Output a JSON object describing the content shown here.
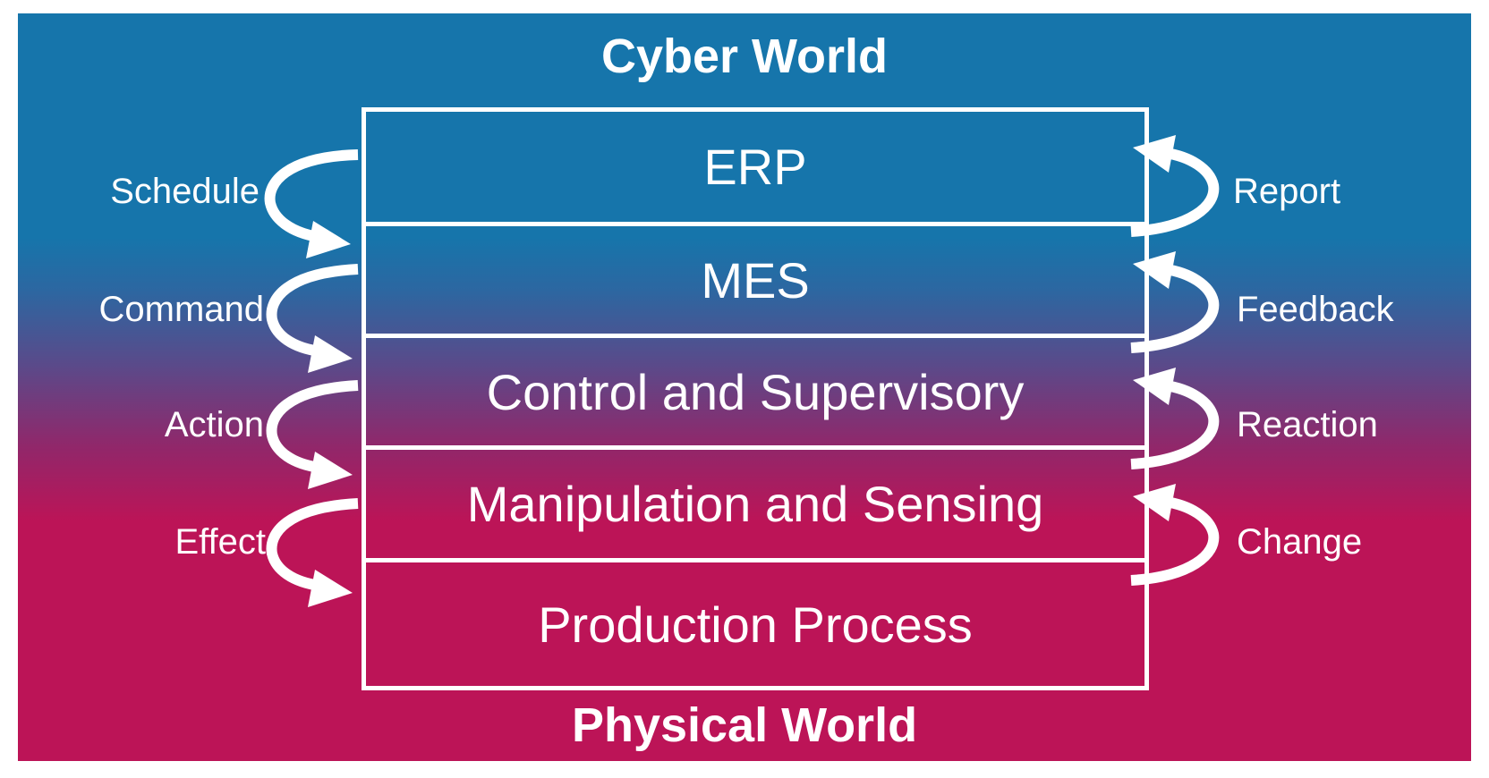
{
  "top_title": "Cyber World",
  "bottom_title": "Physical World",
  "layers": [
    "ERP",
    "MES",
    "Control and Supervisory",
    "Manipulation and Sensing",
    "Production Process"
  ],
  "left_labels": [
    "Schedule",
    "Command",
    "Action",
    "Effect"
  ],
  "right_labels": [
    "Report",
    "Feedback",
    "Reaction",
    "Change"
  ],
  "colors": {
    "cyber_blue": "#1675ab",
    "physical_magenta": "#bc1457",
    "foreground": "#ffffff"
  },
  "icons": {
    "left_arrows": "curved-down-arrow-icon",
    "right_arrows": "curved-up-arrow-icon"
  }
}
